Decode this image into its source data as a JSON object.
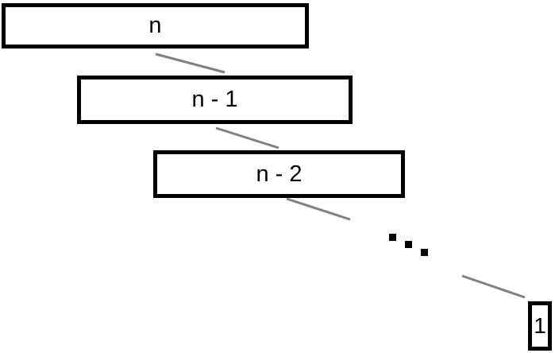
{
  "diagram": {
    "boxes": [
      {
        "label": "n"
      },
      {
        "label": "n - 1"
      },
      {
        "label": "n - 2"
      },
      {
        "label": "1"
      }
    ]
  },
  "colors": {
    "box_border": "#000000",
    "connector": "#808080",
    "ellipsis": "#000000"
  }
}
